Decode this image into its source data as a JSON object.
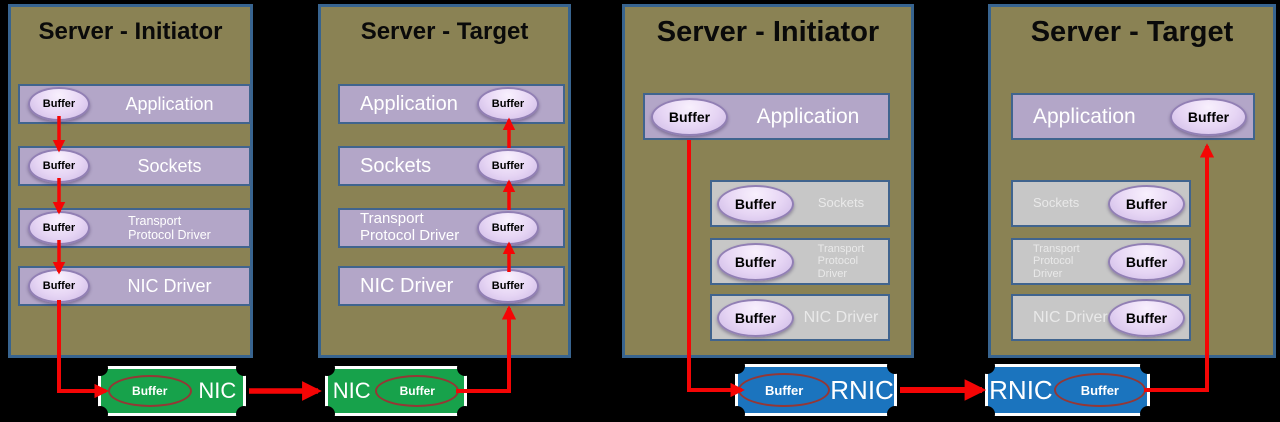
{
  "colors": {
    "olive": "#8a8254",
    "serverBorder": "#38648f",
    "purple": "#b3a6c8",
    "layerBorder": "#40648e",
    "gray": "#c7c7c7",
    "green": "#17a24b",
    "blue": "#1b74be",
    "red": "#f50505",
    "maroon": "#953735",
    "ovalBorder": "#917fb4"
  },
  "buffer_label": "Buffer",
  "servers": [
    {
      "title": "Server - Initiator",
      "layers": [
        {
          "lines": [
            "Application"
          ]
        },
        {
          "lines": [
            "Sockets"
          ]
        },
        {
          "lines": [
            "Transport",
            "Protocol Driver"
          ]
        },
        {
          "lines": [
            "NIC Driver"
          ]
        }
      ]
    },
    {
      "title": "Server - Target",
      "layers": [
        {
          "lines": [
            "Application"
          ]
        },
        {
          "lines": [
            "Sockets"
          ]
        },
        {
          "lines": [
            "Transport",
            "Protocol Driver"
          ]
        },
        {
          "lines": [
            "NIC Driver"
          ]
        }
      ]
    },
    {
      "title": "Server - Initiator",
      "app_label": "Application",
      "layers": [
        {
          "lines": [
            "Sockets"
          ]
        },
        {
          "lines": [
            "Transport",
            "Protocol",
            "Driver"
          ]
        },
        {
          "lines": [
            "NIC Driver"
          ]
        }
      ]
    },
    {
      "title": "Server - Target",
      "app_label": "Application",
      "layers": [
        {
          "lines": [
            "Sockets"
          ]
        },
        {
          "lines": [
            "Transport",
            "Protocol",
            "Driver"
          ]
        },
        {
          "lines": [
            "NIC Driver"
          ]
        }
      ]
    }
  ],
  "adapters": [
    {
      "label": "NIC"
    },
    {
      "label": "NIC"
    },
    {
      "label": "RNIC"
    },
    {
      "label": "RNIC"
    }
  ]
}
